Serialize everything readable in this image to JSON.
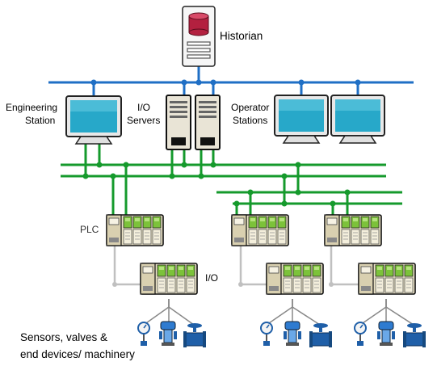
{
  "labels": {
    "historian": "Historian",
    "engineering_line1": "Engineering",
    "engineering_line2": "Station",
    "io_servers_line1": "I/O",
    "io_servers_line2": "Servers",
    "operator_line1": "Operator",
    "operator_line2": "Stations",
    "plc": "PLC",
    "io": "I/O",
    "field_line1": "Sensors, valves &",
    "field_line2": "end devices/ machinery"
  },
  "colors": {
    "enterprise_network": "#1f6fc5",
    "control_network": "#159a2c",
    "io_link": "#c0c0c0",
    "monitor_screen": "#27a8c9",
    "historian_disk": "#b3203f",
    "module_green": "#7cc23a",
    "device_blue": "#1f5fa8"
  },
  "icons": [
    "database-icon",
    "monitor-icon",
    "server-icon",
    "plc-rack-icon",
    "sensor-icon",
    "transmitter-icon",
    "valve-icon"
  ]
}
